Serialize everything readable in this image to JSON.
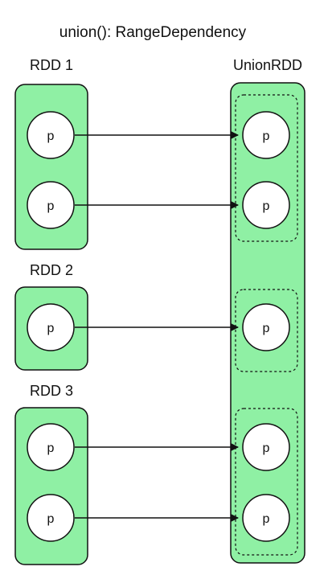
{
  "title": "union(): RangeDependency",
  "rdds": [
    {
      "label": "RDD 1",
      "partitions": [
        "p",
        "p"
      ]
    },
    {
      "label": "RDD 2",
      "partitions": [
        "p"
      ]
    },
    {
      "label": "RDD 3",
      "partitions": [
        "p",
        "p"
      ]
    }
  ],
  "union": {
    "label": "UnionRDD",
    "partitions": [
      "p",
      "p",
      "p",
      "p",
      "p"
    ]
  },
  "colors": {
    "fill": "#8ff0a4",
    "stroke": "#111111",
    "node_fill": "#ffffff"
  }
}
